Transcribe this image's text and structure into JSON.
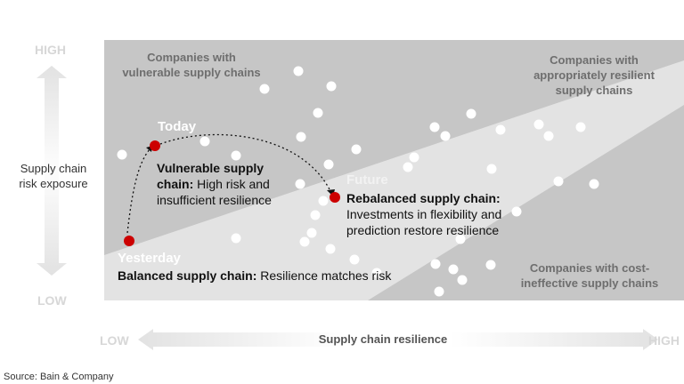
{
  "y_axis": {
    "label": "Supply chain\nrisk exposure",
    "high": "HIGH",
    "low": "LOW"
  },
  "x_axis": {
    "label": "Supply chain resilience",
    "low": "LOW",
    "high": "HIGH"
  },
  "zones": {
    "top_left": "Companies with\nvulnerable supply chains",
    "top_right": "Companies with\nappropriately resilient\nsupply chains",
    "bottom_right": "Companies with cost-\nineffective supply chains"
  },
  "stages": {
    "yesterday": {
      "label": "Yesterday",
      "title": "Balanced supply chain:",
      "text": "Resilience matches risk"
    },
    "today": {
      "label": "Today",
      "title": "Vulnerable supply chain:",
      "text": "High risk and insufficient resilience"
    },
    "future": {
      "label": "Future",
      "title": "Rebalanced supply chain:",
      "text": "Investments in flexibility and prediction restore resilience"
    }
  },
  "source": "Source: Bain & Company",
  "colors": {
    "band_dark": "#c6c6c6",
    "band_light": "#e3e3e3",
    "marker": "#cc0000",
    "dot": "#ffffff"
  }
}
